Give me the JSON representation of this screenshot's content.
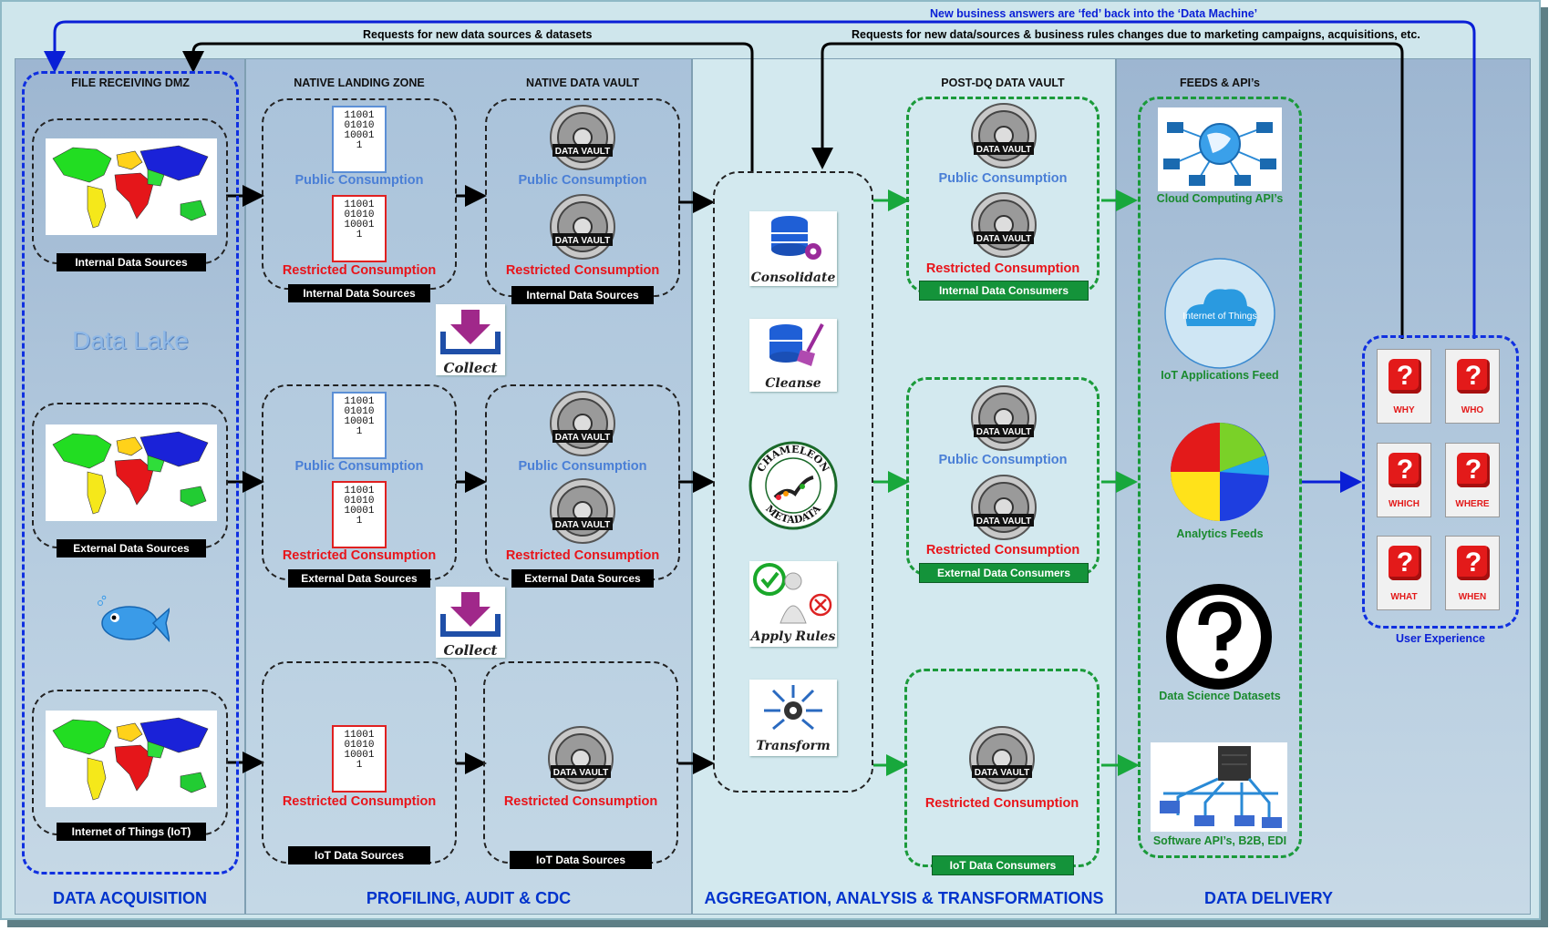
{
  "top_arrows": {
    "feedback": "New business answers are ‘fed’ back into the ‘Data Machine’",
    "requests_sources": "Requests for new data sources & datasets",
    "requests_rules": "Requests for new data/sources & business rules changes due to marketing campaigns, acquisitions, etc."
  },
  "columns": {
    "acquisition": "DATA ACQUISITION",
    "profiling": "PROFILING, AUDIT & CDC",
    "aggregation": "AGGREGATION, ANALYSIS & TRANSFORMATIONS",
    "delivery": "DATA DELIVERY"
  },
  "dmz": {
    "title": "FILE RECEIVING DMZ",
    "watermark": "Data Lake",
    "sources": [
      "Internal Data Sources",
      "External Data Sources",
      "Internet of Things (IoT)"
    ]
  },
  "landing": {
    "title": "NATIVE LANDING ZONE",
    "public": "Public Consumption",
    "restricted": "Restricted Consumption",
    "labels": [
      "Internal Data Sources",
      "External Data Sources",
      "IoT Data Sources"
    ]
  },
  "vault": {
    "title": "NATIVE DATA VAULT",
    "public": "Public Consumption",
    "restricted": "Restricted Consumption",
    "labels": [
      "Internal Data Sources",
      "External Data Sources",
      "IoT Data Sources"
    ],
    "vault_text": "DATA VAULT"
  },
  "collect": "Collect",
  "binary": "11001\n01010\n10001\n1",
  "tools": [
    "Consolidate",
    "Cleanse",
    "Apply Rules",
    "Transform"
  ],
  "chameleon": {
    "top": "CHAMELEON",
    "bottom": "METADATA"
  },
  "postdq": {
    "title": "POST-DQ  DATA VAULT",
    "public": "Public Consumption",
    "restricted": "Restricted Consumption",
    "labels": [
      "Internal Data Consumers",
      "External Data Consumers",
      "IoT Data Consumers"
    ]
  },
  "feeds": {
    "title": "FEEDS & API’s",
    "items": [
      "Cloud Computing API’s",
      "IoT Applications Feed",
      "Analytics Feeds",
      "Data Science Datasets",
      "Software API’s, B2B, EDI"
    ],
    "iot_cloud": "Internet of Things"
  },
  "ux": {
    "label": "User Experience",
    "questions": [
      "WHY",
      "WHO",
      "WHICH",
      "WHERE",
      "WHAT",
      "WHEN"
    ]
  },
  "colors": {
    "blue_arrow": "#0a1fd6",
    "green_arrow": "#18a83c",
    "restricted": "#e8141a",
    "public": "#4a7fd6"
  }
}
